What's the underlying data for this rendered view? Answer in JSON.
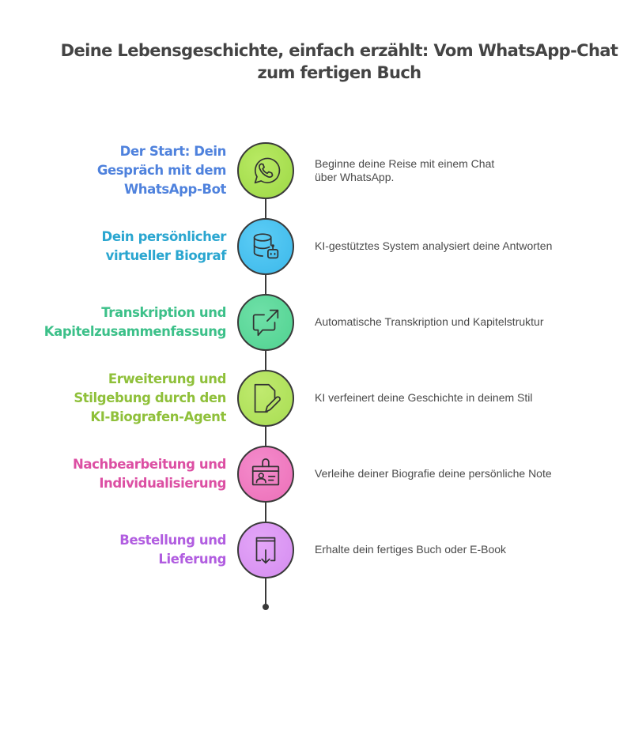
{
  "title": {
    "lines": [
      "Deine Lebensgeschichte, einfach erzählt: Vom WhatsApp-Chat",
      "zum fertigen Buch"
    ]
  },
  "steps": [
    {
      "title_lines": [
        "Der Start: Dein",
        "Gespräch mit dem",
        "WhatsApp-Bot"
      ],
      "desc_lines": [
        "Beginne deine Reise mit einem Chat",
        "über WhatsApp."
      ],
      "icon": "whatsapp-icon",
      "color": "#4f82dd",
      "fill": "#a7e04e"
    },
    {
      "title_lines": [
        "Dein persönlicher",
        "virtueller Biograf"
      ],
      "desc_lines": [
        "KI-gestütztes System analysiert deine Antworten"
      ],
      "icon": "database-bot-icon",
      "color": "#2aa6d0",
      "fill": "#45c3f2"
    },
    {
      "title_lines": [
        "Transkription und",
        "Kapitelzusammenfassung"
      ],
      "desc_lines": [
        "Automatische Transkription und Kapitelstruktur"
      ],
      "icon": "chat-export-icon",
      "color": "#3cc089",
      "fill": "#5bd99a"
    },
    {
      "title_lines": [
        "Erweiterung und",
        "Stilgebung durch den",
        "KI-Biografen-Agent"
      ],
      "desc_lines": [
        "KI verfeinert deine Geschichte in deinem Stil"
      ],
      "icon": "document-edit-icon",
      "color": "#8fc03a",
      "fill": "#b1e35a"
    },
    {
      "title_lines": [
        "Nachbearbeitung und",
        "Individualisierung"
      ],
      "desc_lines": [
        "Verleihe deiner Biografie deine persönliche Note"
      ],
      "icon": "id-badge-icon",
      "color": "#dc4fa3",
      "fill": "#f17cc4"
    },
    {
      "title_lines": [
        "Bestellung und",
        "Lieferung"
      ],
      "desc_lines": [
        "Erhalte dein fertiges Buch oder E-Book"
      ],
      "icon": "book-download-icon",
      "color": "#b15de0",
      "fill": "#dc94f5"
    }
  ]
}
